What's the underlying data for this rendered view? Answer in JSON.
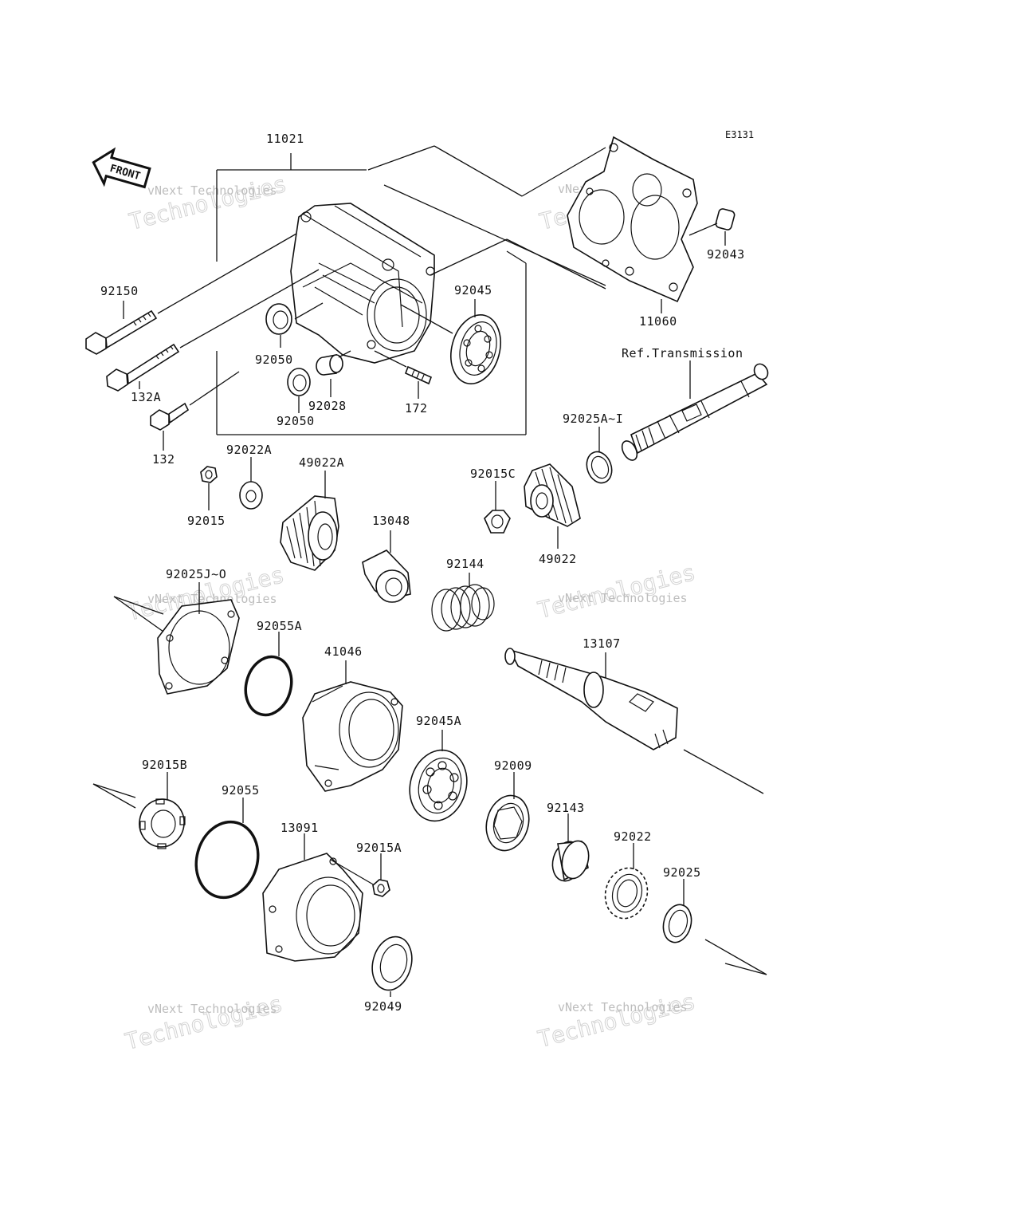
{
  "diagram_code": "E3131",
  "front_label": "FRONT",
  "parts": [
    {
      "id": "p-11021",
      "label": "11021"
    },
    {
      "id": "p-11060",
      "label": "11060"
    },
    {
      "id": "p-92043",
      "label": "92043"
    },
    {
      "id": "p-92150",
      "label": "92150"
    },
    {
      "id": "p-92045",
      "label": "92045"
    },
    {
      "id": "p-92050a",
      "label": "92050"
    },
    {
      "id": "p-92050b",
      "label": "92050"
    },
    {
      "id": "p-92028",
      "label": "92028"
    },
    {
      "id": "p-172",
      "label": "172"
    },
    {
      "id": "p-132a",
      "label": "132A"
    },
    {
      "id": "p-132",
      "label": "132"
    },
    {
      "id": "p-ref",
      "label": "Ref.Transmission"
    },
    {
      "id": "p-92025ai",
      "label": "92025A~I"
    },
    {
      "id": "p-92022a",
      "label": "92022A"
    },
    {
      "id": "p-49022a",
      "label": "49022A"
    },
    {
      "id": "p-92015",
      "label": "92015"
    },
    {
      "id": "p-92015c",
      "label": "92015C"
    },
    {
      "id": "p-13048",
      "label": "13048"
    },
    {
      "id": "p-49022",
      "label": "49022"
    },
    {
      "id": "p-92144",
      "label": "92144"
    },
    {
      "id": "p-92025jo",
      "label": "92025J~O"
    },
    {
      "id": "p-92055a",
      "label": "92055A"
    },
    {
      "id": "p-41046",
      "label": "41046"
    },
    {
      "id": "p-13107",
      "label": "13107"
    },
    {
      "id": "p-92045a",
      "label": "92045A"
    },
    {
      "id": "p-92015b",
      "label": "92015B"
    },
    {
      "id": "p-92055",
      "label": "92055"
    },
    {
      "id": "p-92009",
      "label": "92009"
    },
    {
      "id": "p-92143",
      "label": "92143"
    },
    {
      "id": "p-13091",
      "label": "13091"
    },
    {
      "id": "p-92015a",
      "label": "92015A"
    },
    {
      "id": "p-92022",
      "label": "92022"
    },
    {
      "id": "p-92025",
      "label": "92025"
    },
    {
      "id": "p-92049",
      "label": "92049"
    }
  ],
  "watermarks": [
    {
      "line1": "vNext Technologies",
      "line2": "Technologies"
    },
    {
      "line1": "vNext Technologies",
      "line2": "Technologies"
    },
    {
      "line1": "vNext Technologies",
      "line2": "Technologies"
    },
    {
      "line1": "vNext Technologies",
      "line2": "Technologies"
    },
    {
      "line1": "vNext Technologies",
      "line2": "Technologies"
    },
    {
      "line1": "vNext Technologies",
      "line2": "Technologies"
    }
  ]
}
